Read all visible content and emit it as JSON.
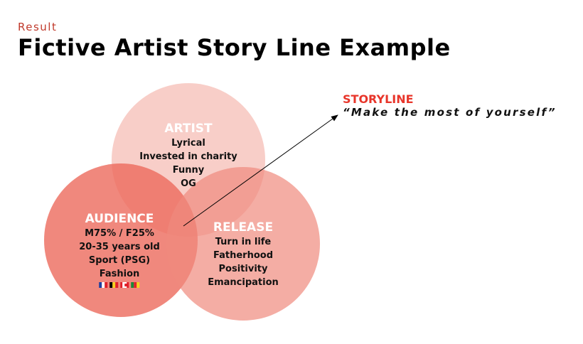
{
  "header": {
    "subtitle": "Result",
    "title": "Fictive Artist Story Line Example"
  },
  "circles": {
    "artist": {
      "title": "ARTIST",
      "items": [
        "Lyrical",
        "Invested in charity",
        "Funny",
        "OG"
      ],
      "color": "#f8c9c2"
    },
    "audience": {
      "title": "AUDIENCE",
      "items": [
        "M75% / F25%",
        "20-35 years old",
        "Sport (PSG)",
        "Fashion"
      ],
      "flags": [
        "france-flag",
        "belgium-flag",
        "canada-flag",
        "cameroon-flag"
      ],
      "color": "#ee7468"
    },
    "release": {
      "title": "RELEASE",
      "items": [
        "Turn in life",
        "Fatherhood",
        "Positivity",
        "Emancipation"
      ],
      "color": "#f39a8f"
    }
  },
  "storyline": {
    "title": "STORYLINE",
    "quote": "“Make the most of yourself”"
  }
}
